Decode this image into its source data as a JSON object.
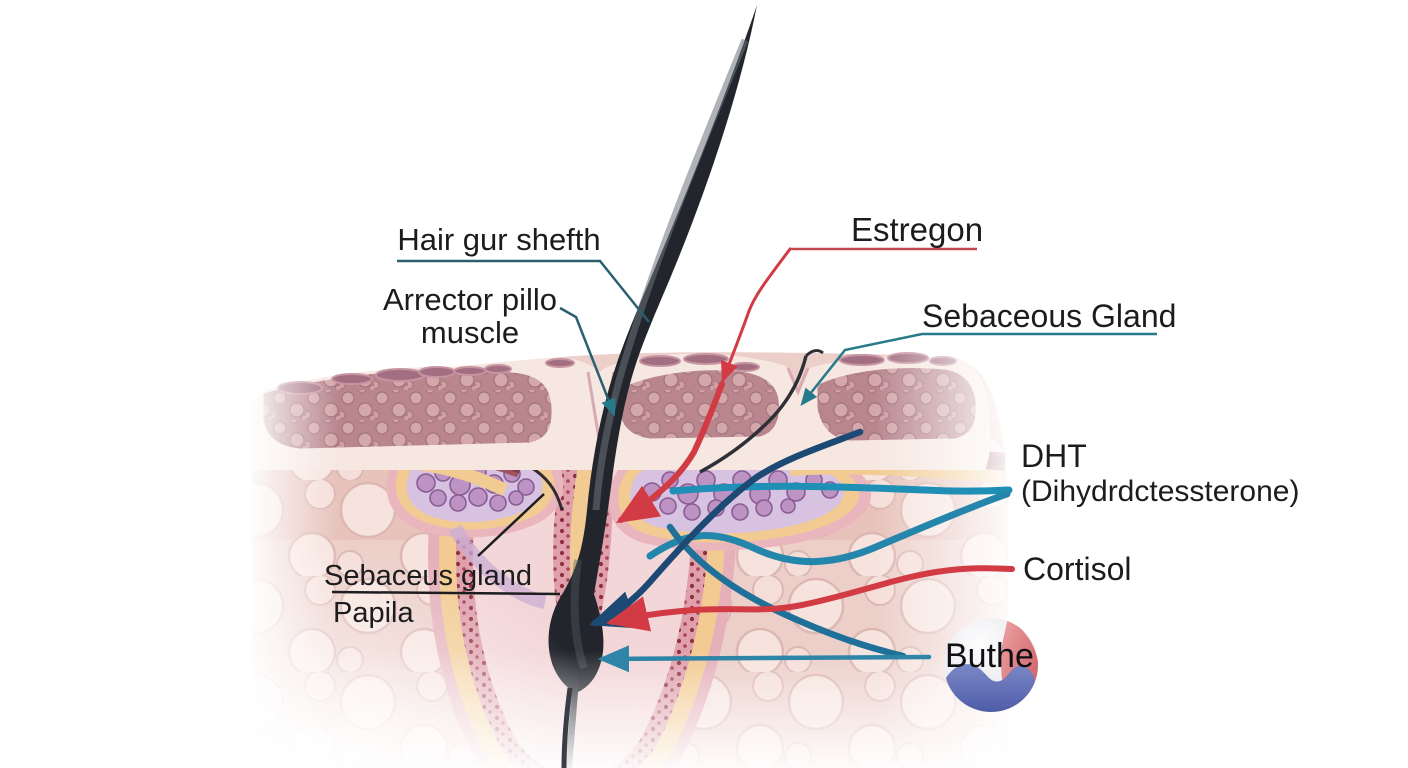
{
  "diagram": {
    "type": "hair-follicle-skin-cross-section",
    "labels": {
      "hair_shaft": "Hair gur shefth",
      "arrector_line1": "Arrector pillo",
      "arrector_line2": "muscle",
      "estrogen": "Estregon",
      "sebaceous_gland": "Sebaceous Gland",
      "dht_abbr": "DHT",
      "dht_full": "(Dihydrdctessterone)",
      "cortisol": "Cortisol",
      "sebaceous_lower": "Sebaceus gland",
      "papilla": "Papila",
      "logo": "Buthe"
    },
    "colors": {
      "leader_teal": "#2a6f80",
      "line_teal": "#1f8fb5",
      "line_navy": "#1c4a74",
      "line_red": "#d23b43",
      "underline_red": "#c4484f",
      "epidermis_pink": "#c6979c",
      "dermis_pink": "#eccfc9",
      "fat_globule": "#f7e3de",
      "gland_purple": "#bc93c3",
      "follicle_yellow": "#f2cb92",
      "hair_black": "#22252b",
      "sphere_red": "#c95560",
      "sphere_blue": "#5f6cb4"
    }
  }
}
